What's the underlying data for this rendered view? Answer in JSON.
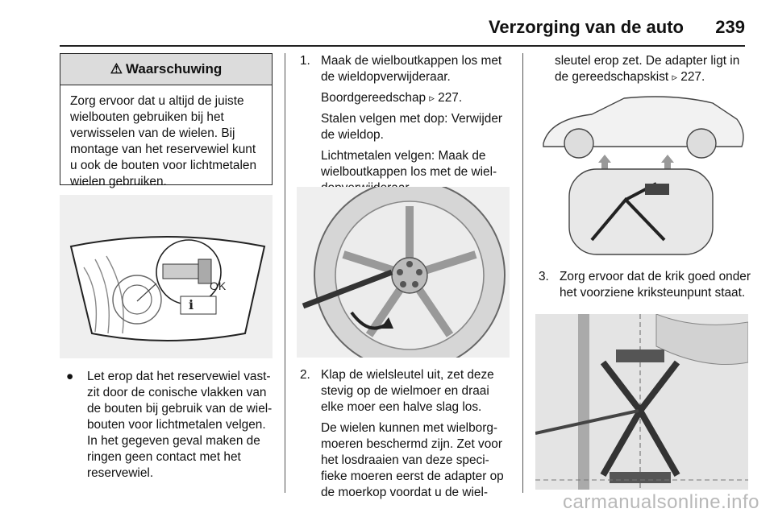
{
  "header": {
    "title": "Verzorging van de auto",
    "page_number": "239"
  },
  "col1": {
    "warning_title": "Waarschuwing",
    "warning_text": "Zorg ervoor dat u altijd de juiste wielbouten gebruiken bij het verwisselen van de wielen. Bij montage van het reservewiel kunt u ook de bouten voor lichtmetalen wielen gebruiken.",
    "figure1_label": "OK",
    "bullet": "Let erop dat het reservewiel vast-zit door de conische vlakken van de bouten bij gebruik van de wiel-bouten voor lichtmetalen velgen. In het gegeven geval maken de ringen geen contact met het reservewiel."
  },
  "col2": {
    "step1_num": "1.",
    "step1_text": "Maak de wielboutkappen los met de wieldopverwijderaar.",
    "step1_ref_text": "Boordgereedschap",
    "step1_ref_page": "227.",
    "step1_sub2": "Stalen velgen met dop: Verwijder de wieldop.",
    "step1_sub3": "Lichtmetalen velgen: Maak de wielboutkappen los met de wiel-dopverwijderaar.",
    "step2_num": "2.",
    "step2_text": "Klap de wielsleutel uit, zet deze stevig op de wielmoer en draai elke moer een halve slag los.",
    "step2_sub": "De wielen kunnen met wielborg-moeren beschermd zijn. Zet voor het losdraaien van deze speci-fieke moeren eerst de adapter op de moerkop voordat u de wiel-"
  },
  "col3": {
    "cont_text": "sleutel erop zet. De adapter ligt in de gereedschapskist",
    "cont_ref_page": "227.",
    "step3_num": "3.",
    "step3_text": "Zorg ervoor dat de krik goed onder het voorziene kriksteunpunt staat."
  },
  "footer": "carmanualsonline.info"
}
